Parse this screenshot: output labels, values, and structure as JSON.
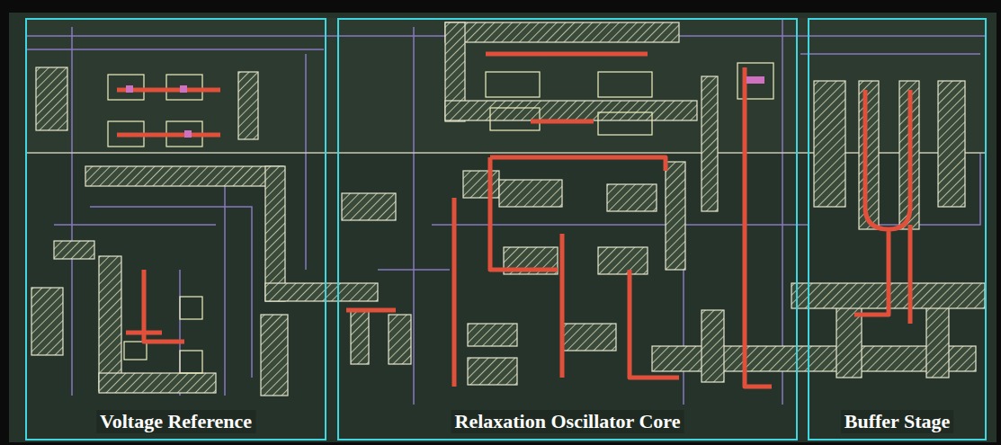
{
  "diagram": {
    "nodes": [
      {
        "text": [
          "Voltage Reference"
        ]
      },
      {
        "text": [
          "Relaxation Oscillator Core"
        ]
      },
      {
        "text": [
          "Buffer Stage"
        ]
      }
    ]
  }
}
